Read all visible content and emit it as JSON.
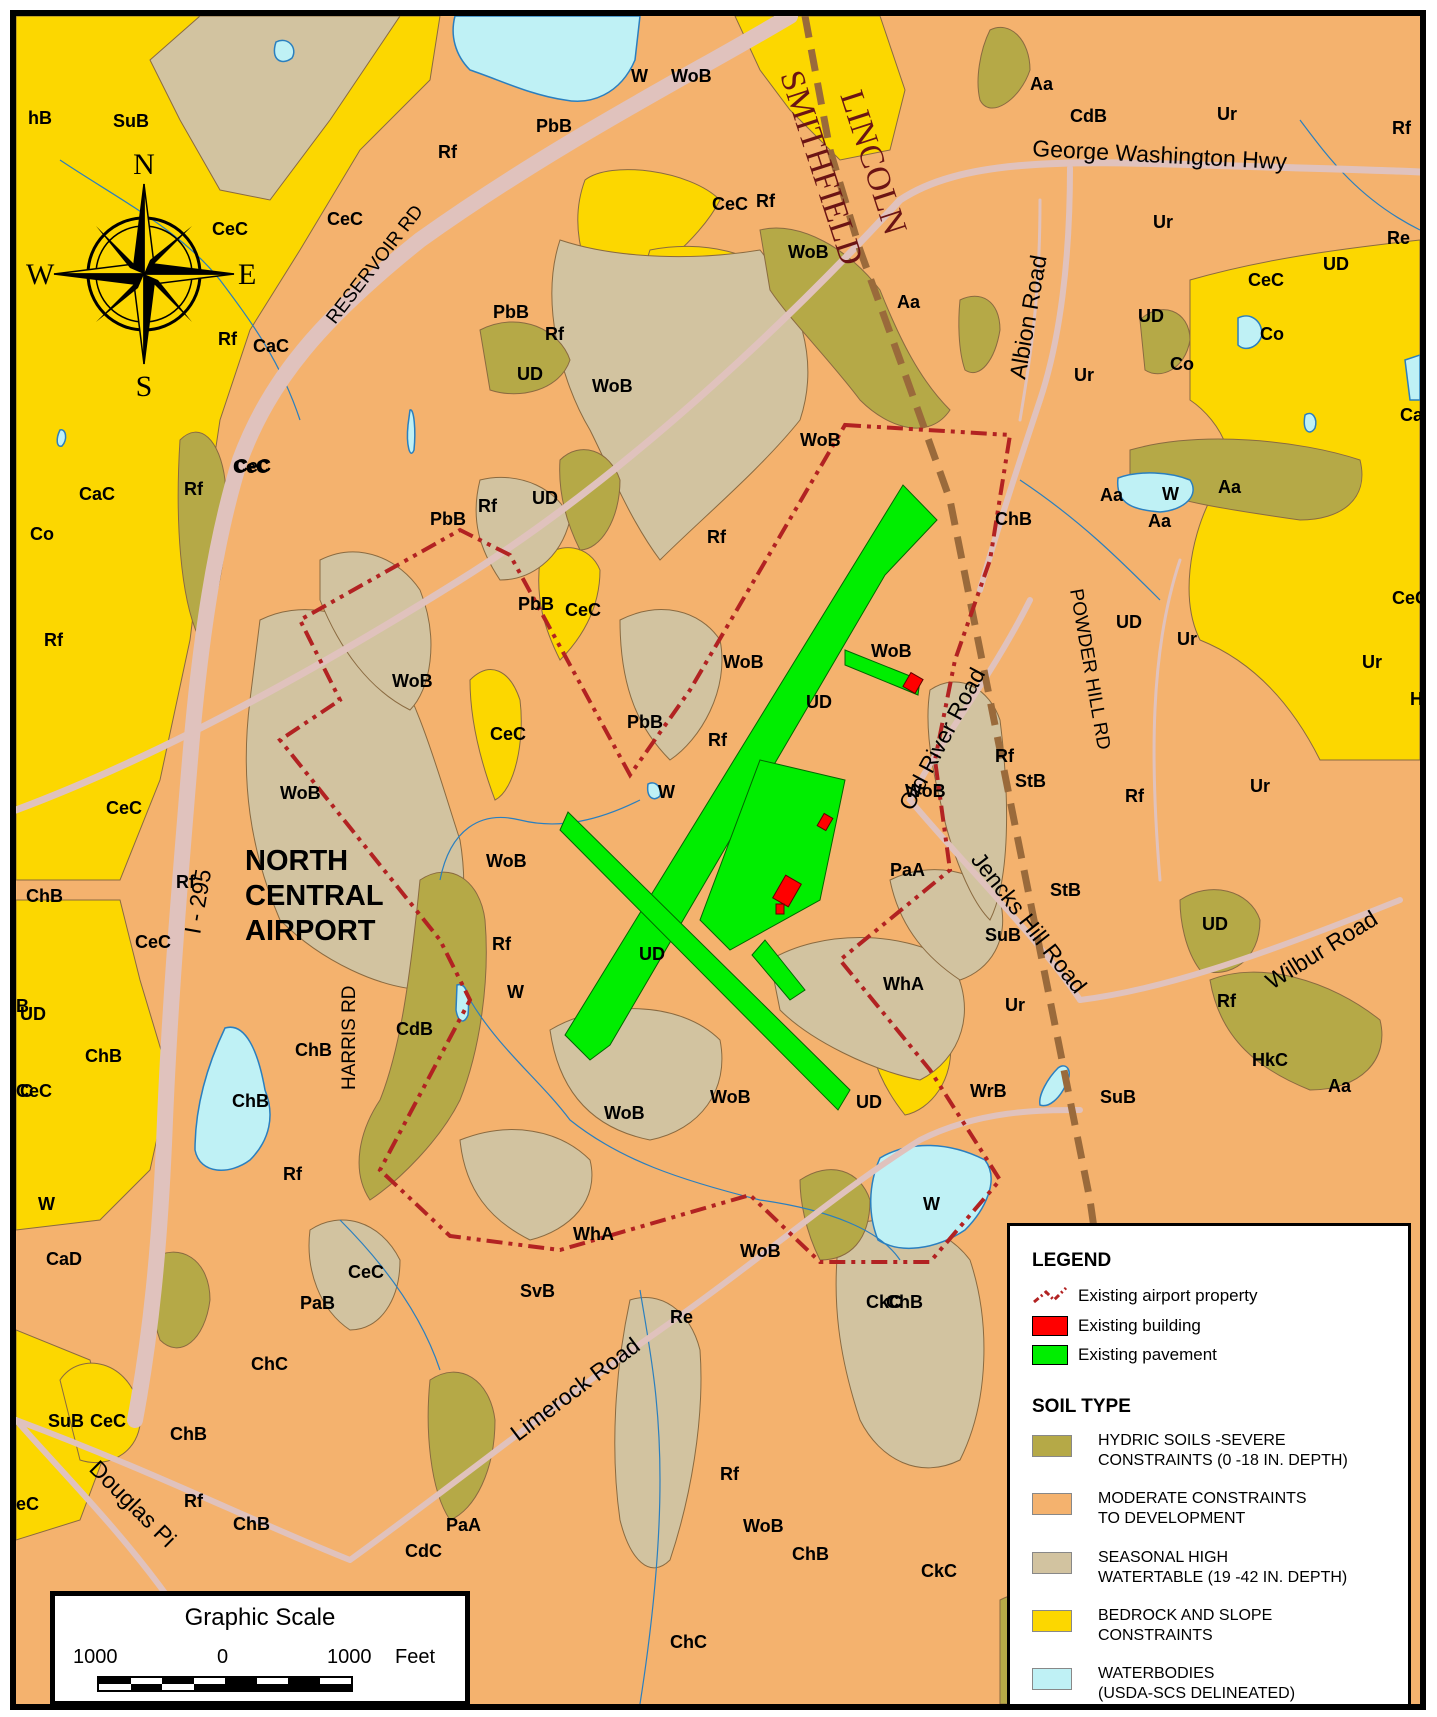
{
  "colors": {
    "hydric": "#b5a947",
    "moderate": "#f4b26e",
    "seasonal": "#d2c3a0",
    "bedrock": "#fcd700",
    "water": "#bff1f5",
    "pavement": "#00ee00",
    "building": "#ff0000",
    "property": "#b22222",
    "town_line": "#9a6a3b",
    "road": "#e8c7c3"
  },
  "airport": {
    "name_lines": [
      "NORTH",
      "CENTRAL",
      "AIRPORT"
    ]
  },
  "towns": {
    "north": "LINCOLN",
    "south": "SMITHFIELD"
  },
  "compass": {
    "north": "N",
    "south": "S",
    "east": "E",
    "west": "W"
  },
  "roads": [
    {
      "key": "george_washington",
      "text": "George Washington Hwy"
    },
    {
      "key": "albion",
      "text": "Albion Road"
    },
    {
      "key": "reservoir",
      "text": "RESERVOIR RD"
    },
    {
      "key": "i295",
      "text": "I - 295"
    },
    {
      "key": "harris",
      "text": "HARRIS RD"
    },
    {
      "key": "old_river",
      "text": "Old River Road"
    },
    {
      "key": "powder_hill",
      "text": "POWDER HILL RD"
    },
    {
      "key": "jencks_hill",
      "text": "Jencks Hill Road"
    },
    {
      "key": "wilbur",
      "text": "Wilbur Road"
    },
    {
      "key": "limerock",
      "text": "Limerock Road"
    },
    {
      "key": "douglas",
      "text": "Douglas Pi"
    }
  ],
  "soil_labels": [
    "hB",
    "SuB",
    "PbB",
    "W",
    "WoB",
    "Aa",
    "CdB",
    "Ur",
    "Rf",
    "Rf",
    "CeC",
    "CeC",
    "CeC",
    "Rf",
    "Rf",
    "CaC",
    "CeC",
    "WoB",
    "Aa",
    "PbB",
    "Rf",
    "UD",
    "WoB",
    "WoB",
    "Ur",
    "UD",
    "Co",
    "CeC",
    "UD",
    "Re",
    "Ur",
    "Co",
    "CaD",
    "CaC",
    "Rf",
    "CeC",
    "UD",
    "PbB",
    "Rf",
    "Rf",
    "ChB",
    "Aa",
    "W",
    "Aa",
    "Aa",
    "Co",
    "Rf",
    "PbB",
    "CeC",
    "CeC",
    "UD",
    "Ur",
    "Ur",
    "WoB",
    "WoB",
    "WoB",
    "UD",
    "CeC",
    "PbB",
    "Rf",
    "Hk",
    "CeC",
    "WoB",
    "W",
    "Rf",
    "StB",
    "Ur",
    "Rf",
    "WoB",
    "PaA",
    "StB",
    "WoB",
    "Rf",
    "UD",
    "CeC",
    "SuB",
    "UD",
    "ChB",
    "Rf",
    "W",
    "UD",
    "WhA",
    "Ur",
    "Rf",
    "ChB",
    "B",
    "CdB",
    "ChB",
    "CeC",
    "HkC",
    "Aa",
    "C",
    "ChB",
    "W",
    "WoB",
    "WoB",
    "UD",
    "WrB",
    "SuB",
    "Rf",
    "W",
    "CaD",
    "CeC",
    "WhA",
    "WoB",
    "PaB",
    "Re",
    "ChB",
    "PaB",
    "SvB",
    "CkC",
    "ChC",
    "SuB",
    "CeC",
    "ChB",
    "Rf",
    "Rf",
    "eC",
    "ChB",
    "PaA",
    "CdC",
    "WoB",
    "ChB",
    "CkC",
    "ChC"
  ],
  "legend": {
    "title": "LEGEND",
    "items": [
      {
        "label": "Existing airport property"
      },
      {
        "label": "Existing building"
      },
      {
        "label": "Existing pavement"
      }
    ],
    "soil_title": "SOIL TYPE",
    "soil_types": [
      {
        "label": "HYDRIC SOILS -SEVERE\nCONSTRAINTS (0 -18 IN. DEPTH)"
      },
      {
        "label": "MODERATE CONSTRAINTS\nTO DEVELOPMENT"
      },
      {
        "label": "SEASONAL HIGH\nWATERTABLE (19 -42 IN. DEPTH)"
      },
      {
        "label": "BEDROCK AND SLOPE\nCONSTRAINTS"
      },
      {
        "label": "WATERBODIES\n(USDA-SCS DELINEATED)"
      }
    ]
  },
  "scale": {
    "title": "Graphic Scale",
    "left": "1000",
    "mid": "0",
    "right": "1000",
    "unit": "Feet"
  }
}
